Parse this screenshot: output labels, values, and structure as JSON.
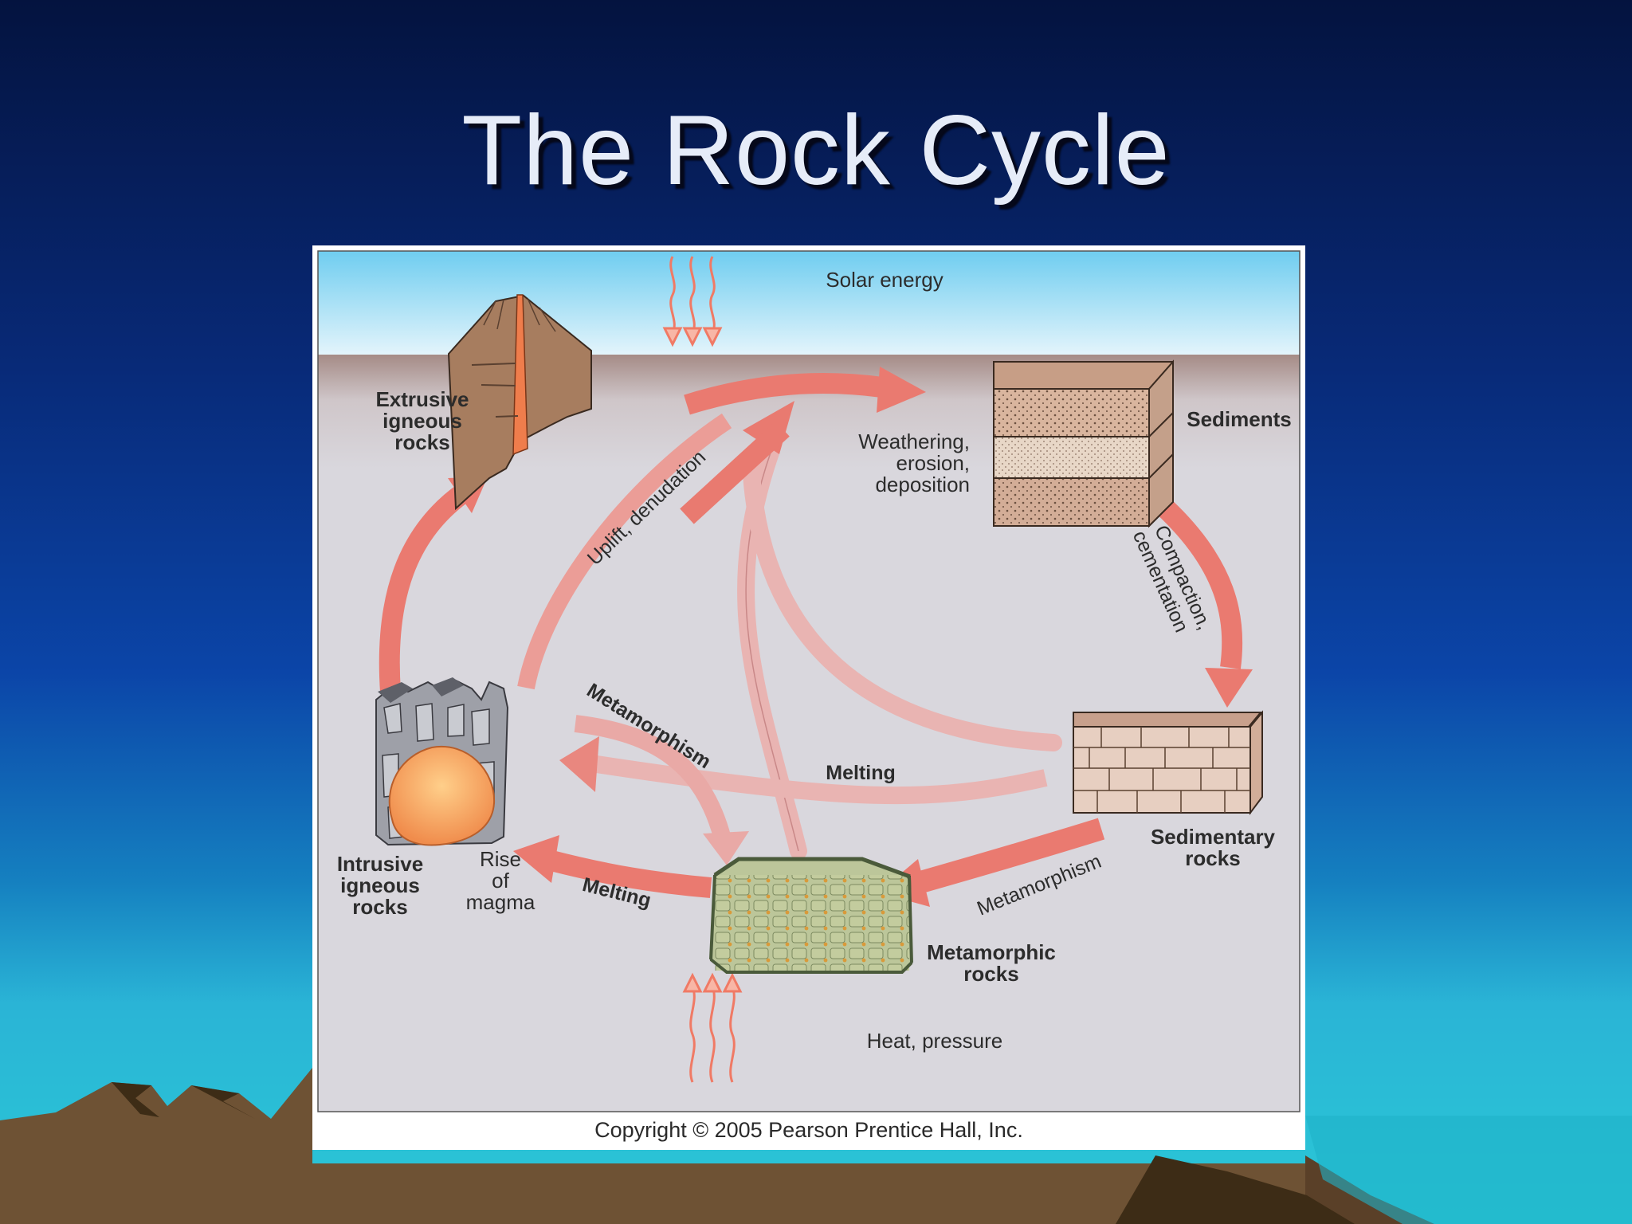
{
  "slide": {
    "title": "The Rock Cycle"
  },
  "diagram": {
    "labels": {
      "solar_energy": "Solar energy",
      "extrusive": [
        "Extrusive",
        "igneous",
        "rocks"
      ],
      "weathering": [
        "Weathering,",
        "erosion,",
        "deposition"
      ],
      "sediments": "Sediments",
      "uplift": "Uplift, denudation",
      "compaction": [
        "Compaction,",
        "cementation"
      ],
      "metamorphism_left": "Metamorphism",
      "melting_mid": "Melting",
      "melting_low": "Melting",
      "metamorphism_right": "Metamorphism",
      "intrusive": [
        "Intrusive",
        "igneous",
        "rocks"
      ],
      "rise_of_magma": [
        "Rise",
        "of",
        "magma"
      ],
      "sedimentary": [
        "Sedimentary",
        "rocks"
      ],
      "metamorphic": [
        "Metamorphic",
        "rocks"
      ],
      "heat_pressure": "Heat, pressure"
    },
    "copyright": "Copyright © 2005 Pearson Prentice Hall, Inc."
  },
  "colors": {
    "sky_top": "#6fcdf0",
    "ground": "#d8d6dc",
    "arrow": "#ea7a70",
    "arrow_faded": "#e9b4b2"
  }
}
